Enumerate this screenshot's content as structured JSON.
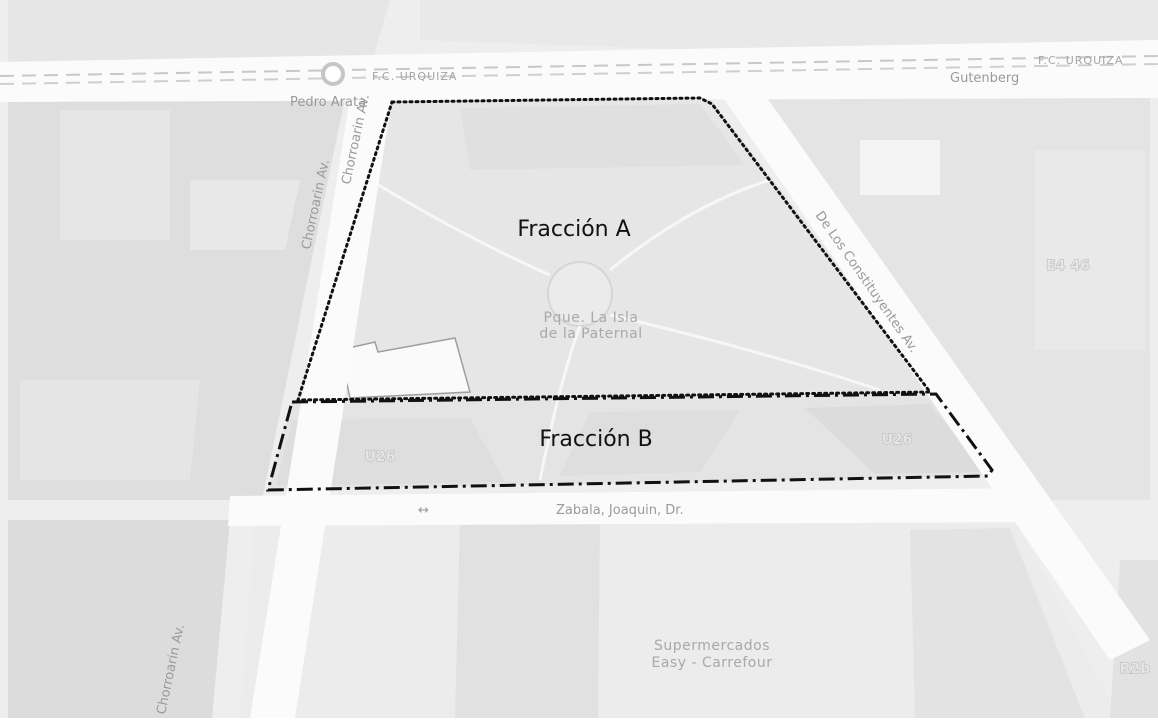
{
  "map": {
    "colors": {
      "background": "#eeeeee",
      "block": "#e3e3e3",
      "block_dark": "#dcdcdc",
      "road": "#fbfbfb",
      "label": "#9a9a9a",
      "boundary": "#111111"
    },
    "streets": {
      "railway_west": "F.C. URQUIZA",
      "railway_east": "F.C. URQUIZA",
      "gutenberg": "Gutenberg",
      "pedro_arata": "Pedro Arata",
      "chorroarin_1": "Chorroarin Av.",
      "chorroarin_2": "Chorroarin Av.",
      "chorroarin_3": "Chorroarin Av.",
      "constituyentes": "De Los Constituyentes Av.",
      "zabala": "Zabala, Joaquin, Dr."
    },
    "poi": {
      "park_line1": "Pque. La Isla",
      "park_line2": "de la Paternal",
      "super_line1": "Supermercados",
      "super_line2": "Easy - Carrefour"
    },
    "codes": {
      "u26_left": "U26",
      "u26_right": "U26",
      "e4_46": "E4 46",
      "r2b": "R2b"
    },
    "fractions": {
      "a": "Fracción A",
      "b": "Fracción B"
    },
    "icons": {
      "two_way_arrow": "↔"
    }
  }
}
